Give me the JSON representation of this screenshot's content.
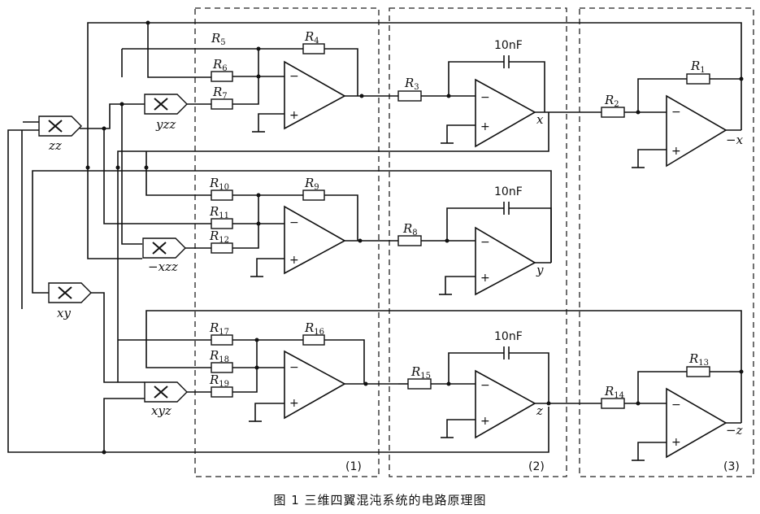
{
  "caption": "图 1  三维四翼混沌系统的电路原理图",
  "sections": [
    "(1)",
    "(2)",
    "(3)"
  ],
  "capacitor_value": "10nF",
  "resistors": {
    "R1": {
      "main": "R",
      "sub": "1"
    },
    "R2": {
      "main": "R",
      "sub": "2"
    },
    "R3": {
      "main": "R",
      "sub": "3"
    },
    "R4": {
      "main": "R",
      "sub": "4"
    },
    "R5": {
      "main": "R",
      "sub": "5"
    },
    "R6": {
      "main": "R",
      "sub": "6"
    },
    "R7": {
      "main": "R",
      "sub": "7"
    },
    "R8": {
      "main": "R",
      "sub": "8"
    },
    "R9": {
      "main": "R",
      "sub": "9"
    },
    "R10": {
      "main": "R",
      "sub": "10"
    },
    "R11": {
      "main": "R",
      "sub": "11"
    },
    "R12": {
      "main": "R",
      "sub": "12"
    },
    "R13": {
      "main": "R",
      "sub": "13"
    },
    "R14": {
      "main": "R",
      "sub": "14"
    },
    "R15": {
      "main": "R",
      "sub": "15"
    },
    "R16": {
      "main": "R",
      "sub": "16"
    },
    "R17": {
      "main": "R",
      "sub": "17"
    },
    "R18": {
      "main": "R",
      "sub": "18"
    },
    "R19": {
      "main": "R",
      "sub": "19"
    }
  },
  "multipliers": {
    "zz": "zz",
    "yzz": "yzz",
    "xzz": "−xzz",
    "xy": "xy",
    "xyz": "xyz"
  },
  "outputs": {
    "x": "x",
    "y": "y",
    "z": "z",
    "neg_x": "−x",
    "neg_z": "−z"
  },
  "opamp_signs": {
    "minus": "−",
    "plus": "+"
  }
}
